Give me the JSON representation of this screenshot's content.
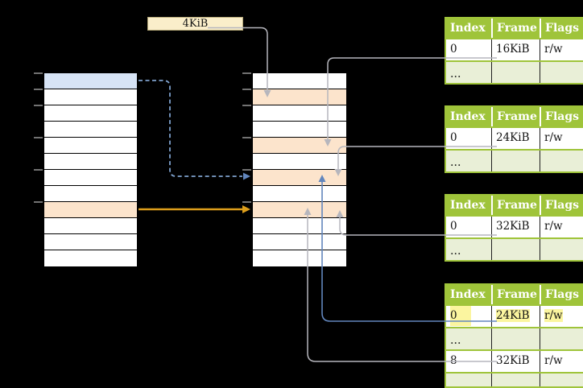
{
  "page_size_label": {
    "text": "4KiB"
  },
  "virtual_memory": {
    "name": "virtual-memory-column",
    "row_count": 12,
    "highlights": {
      "0": "blue",
      "8": "peach"
    }
  },
  "physical_memory": {
    "name": "physical-memory-column",
    "row_count": 12,
    "highlights": {
      "1": "peach",
      "4": "peach",
      "6": "peach",
      "8": "peach"
    }
  },
  "page_tables": [
    {
      "id": "page-table-1",
      "headers": [
        "Index",
        "Frame",
        "Flags"
      ],
      "rows": [
        {
          "variant": "plain",
          "cells": [
            "0",
            "16KiB",
            "r/w"
          ]
        },
        {
          "variant": "dots",
          "cells": [
            "…",
            "",
            ""
          ]
        }
      ]
    },
    {
      "id": "page-table-2",
      "headers": [
        "Index",
        "Frame",
        "Flags"
      ],
      "rows": [
        {
          "variant": "plain",
          "cells": [
            "0",
            "24KiB",
            "r/w"
          ]
        },
        {
          "variant": "dots",
          "cells": [
            "…",
            "",
            ""
          ]
        }
      ]
    },
    {
      "id": "page-table-3",
      "headers": [
        "Index",
        "Frame",
        "Flags"
      ],
      "rows": [
        {
          "variant": "plain",
          "cells": [
            "0",
            "32KiB",
            "r/w"
          ]
        },
        {
          "variant": "dots",
          "cells": [
            "…",
            "",
            ""
          ]
        }
      ]
    },
    {
      "id": "page-table-4",
      "headers": [
        "Index",
        "Frame",
        "Flags"
      ],
      "rows": [
        {
          "variant": "highlight",
          "cells": [
            "0",
            "24KiB",
            "r/w"
          ]
        },
        {
          "variant": "dots",
          "cells": [
            "…",
            "",
            ""
          ]
        },
        {
          "variant": "plain",
          "cells": [
            "8",
            "32KiB",
            "r/w"
          ]
        },
        {
          "variant": "dots",
          "cells": [
            "…",
            "",
            ""
          ]
        }
      ]
    }
  ],
  "colors": {
    "table_header_green": "#9fc43a",
    "table_row_light_green": "#e9efd7",
    "frame_highlight_peach": "#fce4cc",
    "page_highlight_blue": "#d7e4f6",
    "label_box_cream": "#faeeca",
    "entry_highlight_yellow": "#fbf59f",
    "arrow_orange": "#dd9e1b",
    "arrow_blue": "#6286bd",
    "arrow_gray": "#b6b6bd"
  }
}
